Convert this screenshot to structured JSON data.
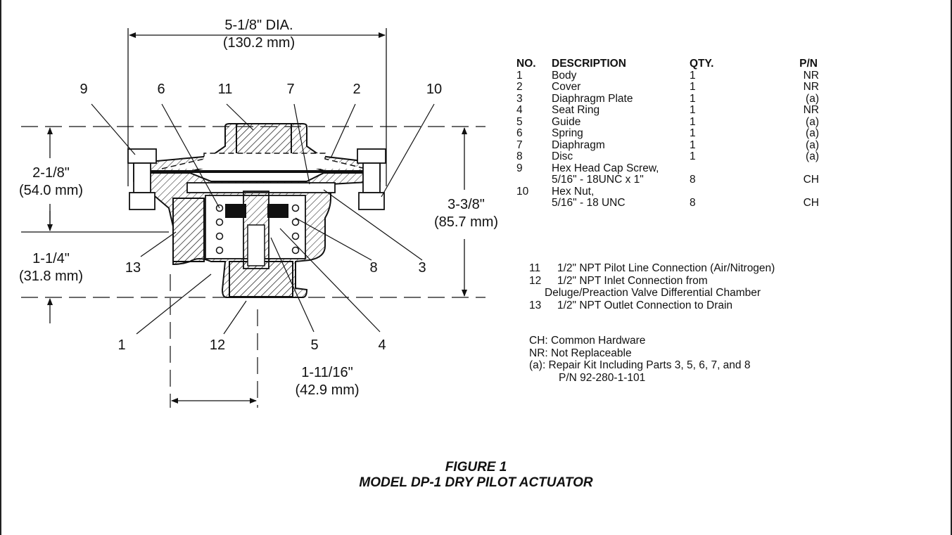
{
  "dimensions": {
    "overall_dia": [
      "5-1/8\" DIA.",
      "(130.2 mm)"
    ],
    "upper_height": [
      "2-1/8\"",
      "(54.0 mm)"
    ],
    "lower_height": [
      "1-1/4\"",
      "(31.8 mm)"
    ],
    "total_height": [
      "3-3/8\"",
      "(85.7 mm)"
    ],
    "offset_width": [
      "1-11/16\"",
      "(42.9 mm)"
    ]
  },
  "callouts": [
    "9",
    "6",
    "11",
    "7",
    "2",
    "10",
    "13",
    "8",
    "3",
    "1",
    "12",
    "5",
    "4"
  ],
  "parts_table": {
    "headers": [
      "NO.",
      "DESCRIPTION",
      "QTY.",
      "P/N"
    ],
    "rows": [
      [
        "1",
        "Body",
        "1",
        "NR"
      ],
      [
        "2",
        "Cover",
        "1",
        "NR"
      ],
      [
        "3",
        "Diaphragm Plate",
        "1",
        "(a)"
      ],
      [
        "4",
        "Seat Ring",
        "1",
        "NR"
      ],
      [
        "5",
        "Guide",
        "1",
        "(a)"
      ],
      [
        "6",
        "Spring",
        "1",
        "(a)"
      ],
      [
        "7",
        "Diaphragm",
        "1",
        "(a)"
      ],
      [
        "8",
        "Disc",
        "1",
        "(a)"
      ],
      [
        "9",
        "Hex Head Cap Screw,",
        "",
        ""
      ],
      [
        "",
        "5/16\" - 18UNC x 1\"",
        "8",
        "CH"
      ],
      [
        "10",
        "Hex Nut,",
        "",
        ""
      ],
      [
        "",
        "5/16\" - 18 UNC",
        "8",
        "CH"
      ]
    ]
  },
  "connections": [
    {
      "no": "11",
      "text": "1/2\" NPT Pilot Line Connection (Air/Nitrogen)"
    },
    {
      "no": "12",
      "text": "1/2\" NPT Inlet Connection from"
    },
    {
      "no": "",
      "text": "Deluge/Preaction Valve Differential Chamber"
    },
    {
      "no": "13",
      "text": "1/2\" NPT Outlet Connection to Drain"
    }
  ],
  "legend": [
    "CH: Common Hardware",
    "NR: Not Replaceable",
    "(a): Repair Kit Including Parts 3, 5, 6, 7, and 8",
    "P/N 92-280-1-101"
  ],
  "caption": {
    "line1": "FIGURE 1",
    "line2": "MODEL DP-1 DRY PILOT ACTUATOR"
  }
}
